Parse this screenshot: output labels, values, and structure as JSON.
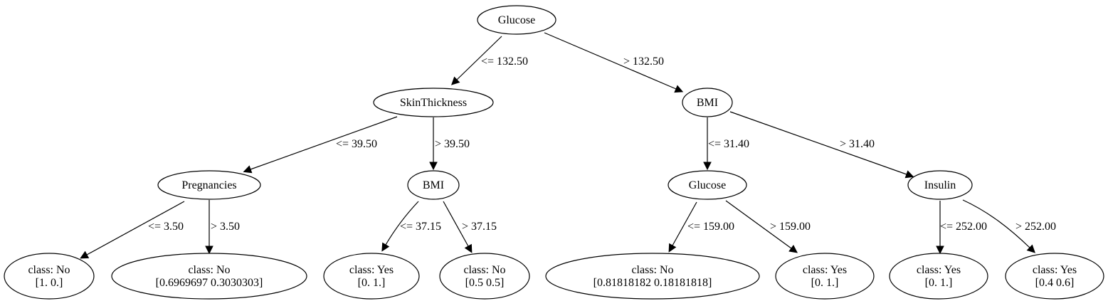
{
  "nodes": {
    "root": {
      "lines": [
        "Glucose"
      ]
    },
    "n1": {
      "lines": [
        "SkinThickness"
      ]
    },
    "n2": {
      "lines": [
        "BMI"
      ]
    },
    "n3": {
      "lines": [
        "Pregnancies"
      ]
    },
    "n4": {
      "lines": [
        "BMI"
      ]
    },
    "n5": {
      "lines": [
        "Glucose"
      ]
    },
    "n6": {
      "lines": [
        "Insulin"
      ]
    },
    "l1": {
      "lines": [
        "class: No",
        "[1. 0.]"
      ]
    },
    "l2": {
      "lines": [
        "class: No",
        "[0.6969697 0.3030303]"
      ]
    },
    "l3": {
      "lines": [
        "class: Yes",
        "[0. 1.]"
      ]
    },
    "l4": {
      "lines": [
        "class: No",
        "[0.5 0.5]"
      ]
    },
    "l5": {
      "lines": [
        "class: No",
        "[0.81818182 0.18181818]"
      ]
    },
    "l6": {
      "lines": [
        "class: Yes",
        "[0. 1.]"
      ]
    },
    "l7": {
      "lines": [
        "class: Yes",
        "[0. 1.]"
      ]
    },
    "l8": {
      "lines": [
        "class: Yes",
        "[0.4 0.6]"
      ]
    }
  },
  "edges": [
    {
      "from": "root",
      "to": "n1",
      "label": "<= 132.50"
    },
    {
      "from": "root",
      "to": "n2",
      "label": "> 132.50"
    },
    {
      "from": "n1",
      "to": "n3",
      "label": "<= 39.50"
    },
    {
      "from": "n1",
      "to": "n4",
      "label": "> 39.50"
    },
    {
      "from": "n2",
      "to": "n5",
      "label": "<= 31.40"
    },
    {
      "from": "n2",
      "to": "n6",
      "label": "> 31.40"
    },
    {
      "from": "n3",
      "to": "l1",
      "label": "<= 3.50"
    },
    {
      "from": "n3",
      "to": "l2",
      "label": "> 3.50"
    },
    {
      "from": "n4",
      "to": "l3",
      "label": "<= 37.15"
    },
    {
      "from": "n4",
      "to": "l4",
      "label": "> 37.15"
    },
    {
      "from": "n5",
      "to": "l5",
      "label": "<= 159.00"
    },
    {
      "from": "n5",
      "to": "l6",
      "label": "> 159.00"
    },
    {
      "from": "n6",
      "to": "l7",
      "label": "<= 252.00"
    },
    {
      "from": "n6",
      "to": "l8",
      "label": "> 252.00"
    }
  ]
}
